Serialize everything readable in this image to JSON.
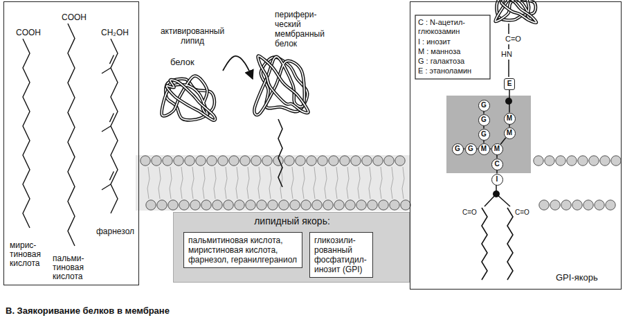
{
  "diagram": {
    "caption": "В. Заякоривание белков в мембране",
    "nodes": [
      {
        "text": [
          "COOH",
          "COOH",
          "CH₂OH",
          "мирис- тиновая кислота",
          "пальми- тиновая кислота",
          "фарнезол"
        ]
      },
      {
        "text": [
          "белок"
        ]
      },
      {
        "text": [
          "перифери- ческий мембранный белок"
        ]
      },
      {
        "text": [
          "липидный якорь:"
        ]
      },
      {
        "text": [
          "пальмитиновая кислота, миристиновая кислота, фарнезол, геранилгераниол"
        ],
        "in": 3
      },
      {
        "text": [
          "гликозили- рованный фосфатидил- инозит (GPI)"
        ],
        "in": 3
      },
      {
        "text": [
          "GPI-якорь"
        ]
      },
      {
        "text": [
          "E"
        ],
        "in": 6
      },
      {
        "text": [
          "M"
        ],
        "in": 6
      },
      {
        "text": [
          "M"
        ],
        "in": 6
      },
      {
        "text": [
          "M"
        ],
        "in": 6
      },
      {
        "text": [
          "M"
        ],
        "in": 6
      },
      {
        "text": [
          "G"
        ],
        "in": 6
      },
      {
        "text": [
          "G"
        ],
        "in": 6
      },
      {
        "text": [
          "G"
        ],
        "in": 6
      },
      {
        "text": [
          "G"
        ],
        "in": 6
      },
      {
        "text": [
          "G"
        ],
        "in": 6
      },
      {
        "text": [
          "C"
        ],
        "in": 6
      },
      {
        "text": [
          "I"
        ],
        "in": 6
      }
    ],
    "edges": [
      {
        "from": 1,
        "to": 2,
        "label": "активированный липид",
        "arrow": "to"
      },
      {
        "from": 7,
        "to": 8,
        "arrow": "none"
      },
      {
        "from": 8,
        "to": 9,
        "arrow": "none"
      },
      {
        "from": 9,
        "to": 10,
        "arrow": "none"
      },
      {
        "from": 10,
        "to": 11,
        "arrow": "none"
      },
      {
        "from": 11,
        "to": 12,
        "arrow": "none"
      },
      {
        "from": 12,
        "to": 13,
        "arrow": "none"
      },
      {
        "from": 11,
        "to": 14,
        "arrow": "none"
      },
      {
        "from": 14,
        "to": 15,
        "arrow": "none"
      },
      {
        "from": 15,
        "to": 16,
        "arrow": "none"
      },
      {
        "from": 10,
        "to": 17,
        "arrow": "none"
      },
      {
        "from": 17,
        "to": 18,
        "arrow": "none"
      }
    ],
    "labels": [
      "C=O",
      "HN",
      "C=O",
      "C=O"
    ],
    "legend": [
      {
        "text": "C : N-ацетил- глюкозамин"
      },
      {
        "text": "I : инозит"
      },
      {
        "text": "M : манноза"
      },
      {
        "text": "G : галактоза"
      },
      {
        "text": "E : этаноламин"
      }
    ]
  }
}
